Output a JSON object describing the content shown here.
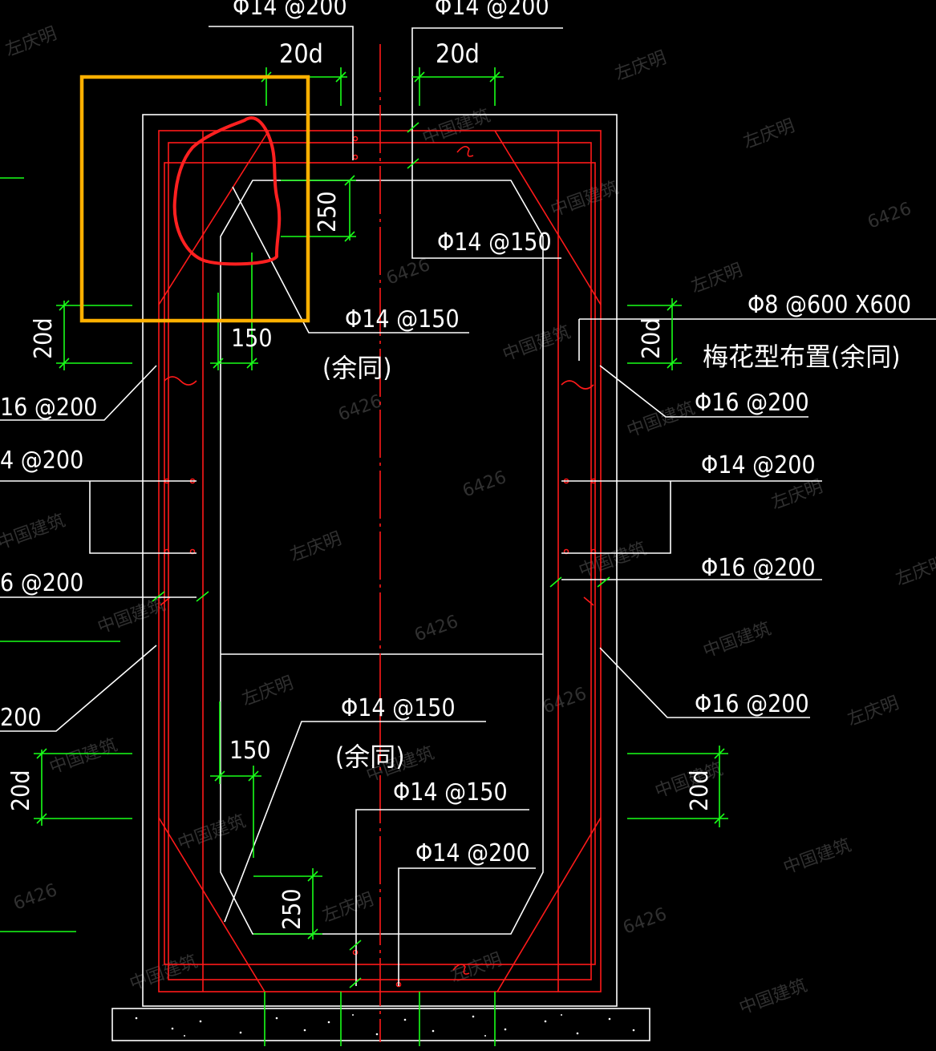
{
  "labels": {
    "top_left_rebar": "Φ14 @200",
    "top_right_rebar": "Φ14 @200",
    "dim_20d_top_left": "20d",
    "dim_20d_top_right": "20d",
    "dim_250_top": "250",
    "rebar_150_upper_right": "Φ14 @150",
    "rebar_150_upper_mid": "Φ14 @150",
    "note_same_upper": "(余同)",
    "dim_150_upper": "150",
    "dim_20d_left_upper": "20d",
    "dim_20d_right_upper": "20d",
    "tie_spacing": "Φ8 @600 X600",
    "tie_note": "梅花型布置(余同)",
    "left_16_200_a": "16 @200",
    "left_14_200": "4 @200",
    "left_16_200_b": "6 @200",
    "left_200_c": "200",
    "right_16_200_a": "Φ16 @200",
    "right_14_200": "Φ14 @200",
    "right_16_200_b": "Φ16 @200",
    "right_16_200_c": "Φ16 @200",
    "rebar_150_lower_mid": "Φ14 @150",
    "note_same_lower": "(余同)",
    "dim_150_lower": "150",
    "rebar_150_lower_right": "Φ14 @150",
    "rebar_200_lower": "Φ14 @200",
    "dim_250_bottom": "250",
    "dim_20d_left_lower": "20d",
    "dim_20d_right_lower": "20d"
  },
  "watermarks": [
    "左庆明",
    "中国建筑",
    "6426"
  ],
  "colors": {
    "background": "#000000",
    "outline": "#ffffff",
    "rebar": "#ff1a1a",
    "dimension": "#19ff19",
    "highlight_box": "#ffb000",
    "markup": "#ff2020"
  }
}
